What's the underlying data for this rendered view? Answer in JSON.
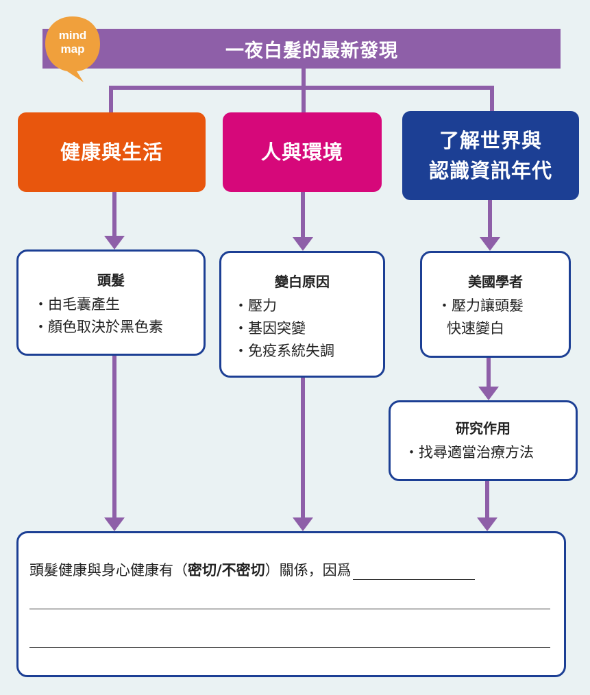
{
  "badge": {
    "line1": "mind",
    "line2": "map"
  },
  "title": "一夜白髮的最新發現",
  "categories": [
    {
      "lines": [
        "健康與生活"
      ]
    },
    {
      "lines": [
        "人與環境"
      ]
    },
    {
      "lines": [
        "了解世界與",
        "認識資訊年代"
      ]
    }
  ],
  "boxes": [
    {
      "heading": "頭髮",
      "items": [
        "‧由毛囊產生",
        "‧顏色取決於黑色素"
      ]
    },
    {
      "heading": "變白原因",
      "items": [
        "‧壓力",
        "‧基因突變",
        "‧免疫系統失調"
      ]
    },
    {
      "heading": "美國學者",
      "items": [
        "‧壓力讓頭髮",
        "快速變白"
      ]
    },
    {
      "heading": "研究作用",
      "items": [
        "‧找尋適當治療方法"
      ]
    }
  ],
  "question": {
    "before": "頭髮健康與身心健康有（",
    "choice": "密切/不密切",
    "after": "）關係，因爲"
  },
  "colors": {
    "title_bg": "#8e5fa8",
    "connector": "#8e5fa8",
    "cat1": "#e8560d",
    "cat2": "#d6087a",
    "cat3": "#1c3f94",
    "box_border": "#1c3f94",
    "badge": "#f0a03c"
  }
}
